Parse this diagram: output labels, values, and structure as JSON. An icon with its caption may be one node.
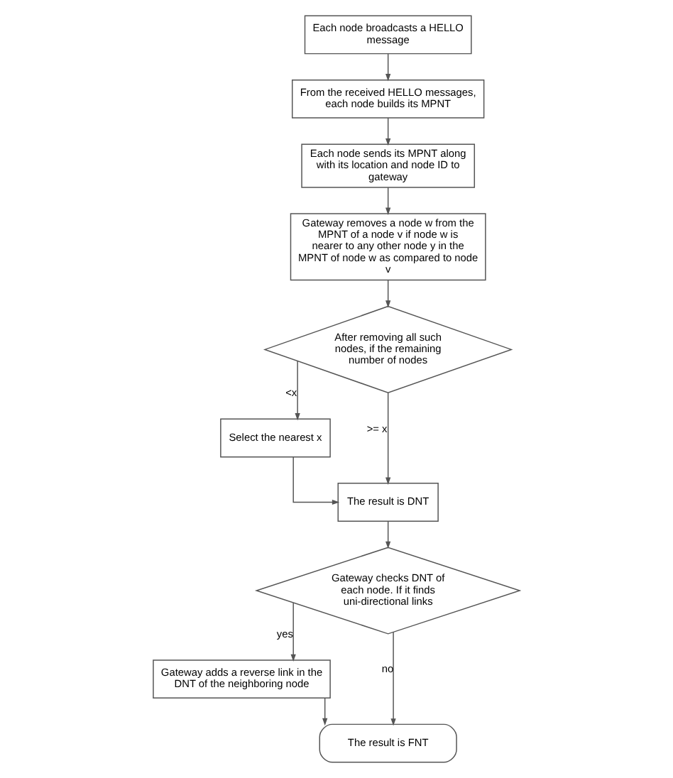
{
  "diagram": {
    "nodes": [
      {
        "text": [
          "Each node broadcasts a HELLO message"
        ]
      },
      {
        "text": [
          "From the received HELLO messages, each node builds its MPNT"
        ]
      },
      {
        "text": [
          "Each node sends its MPNT along with its location and node ID to gateway"
        ]
      },
      {
        "text": [
          "Gateway removes a node w from the MPNT of a node v if node w is nearer to any other node y in the MPNT of node w as compared to node v"
        ]
      },
      {
        "text": [
          "After removing all such nodes, if the remaining number of nodes"
        ]
      },
      {
        "text": [
          "Select the nearest x"
        ]
      },
      {
        "text": [
          "The result is DNT"
        ]
      },
      {
        "text": [
          "Gateway checks DNT of each node. If it finds uni-directional links"
        ]
      },
      {
        "text": [
          "Gateway adds a reverse link in the DNT of the neighboring node"
        ]
      },
      {
        "text": [
          "The result is FNT"
        ]
      }
    ],
    "edges": [
      {
        "from": 0,
        "to": 1,
        "arrow": "to"
      },
      {
        "from": 1,
        "to": 2,
        "arrow": "to"
      },
      {
        "from": 2,
        "to": 3,
        "arrow": "to"
      },
      {
        "from": 3,
        "to": 4,
        "arrow": "to"
      },
      {
        "from": 4,
        "to": 6,
        "arrow": "to",
        "label": ">= x"
      },
      {
        "from": 4,
        "to": 5,
        "arrow": "to",
        "label": "<x"
      },
      {
        "from": 5,
        "to": 6,
        "arrow": "to"
      },
      {
        "from": 6,
        "to": 7,
        "arrow": "to"
      },
      {
        "from": 7,
        "to": 9,
        "arrow": "to",
        "label": "no"
      },
      {
        "from": 7,
        "to": 8,
        "arrow": "to",
        "label": "yes"
      },
      {
        "from": 8,
        "to": 9,
        "arrow": "to"
      }
    ]
  }
}
